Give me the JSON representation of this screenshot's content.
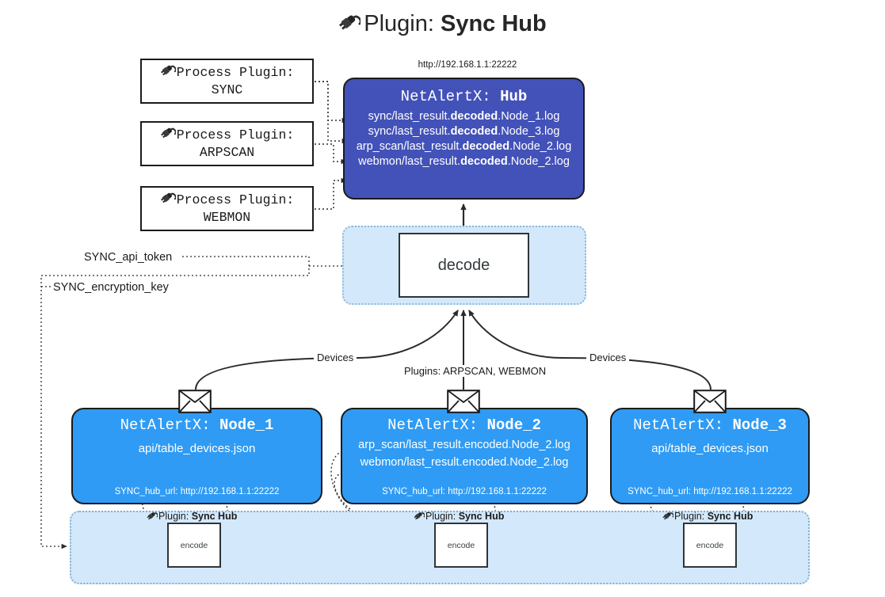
{
  "title": {
    "icon": "plug-icon",
    "prefix": "Plugin: ",
    "name": "Sync Hub"
  },
  "hub": {
    "url": "http://192.168.1.1:22222",
    "title_prefix": "NetAlertX: ",
    "title_name": "Hub",
    "log_lines": [
      {
        "pre": "sync/last_result.",
        "strong": "decoded",
        "post": ".Node_1.log"
      },
      {
        "pre": "sync/last_result.",
        "strong": "decoded",
        "post": ".Node_3.log"
      },
      {
        "pre": "arp_scan/last_result.",
        "strong": "decoded",
        "post": ".Node_2.log"
      },
      {
        "pre": "webmon/last_result.",
        "strong": "decoded",
        "post": ".Node_2.log"
      }
    ]
  },
  "process_plugins": [
    {
      "label": "Process Plugin:",
      "name": "SYNC"
    },
    {
      "label": "Process Plugin:",
      "name": "ARPSCAN"
    },
    {
      "label": "Process Plugin:",
      "name": "WEBMON"
    }
  ],
  "decode": {
    "label": "decode"
  },
  "tokens": {
    "api_token": "SYNC_api_token",
    "encryption_key": "SYNC_encryption_key"
  },
  "edge_labels": {
    "devices_left": "Devices",
    "plugins_mid": "Plugins: ARPSCAN, WEBMON",
    "devices_right": "Devices"
  },
  "nodes": [
    {
      "title_prefix": "NetAlertX: ",
      "title_name": "Node_1",
      "lines": [
        "api/table_devices.json"
      ],
      "footer": "SYNC_hub_url: http://192.168.1.1:22222"
    },
    {
      "title_prefix": "NetAlertX: ",
      "title_name": "Node_2",
      "lines": [
        "arp_scan/last_result.encoded.Node_2.log",
        "webmon/last_result.encoded.Node_2.log"
      ],
      "footer": "SYNC_hub_url: http://192.168.1.1:22222"
    },
    {
      "title_prefix": "NetAlertX: ",
      "title_name": "Node_3",
      "lines": [
        "api/table_devices.json"
      ],
      "footer": "SYNC_hub_url: http://192.168.1.1:22222"
    }
  ],
  "encode_boxes": [
    {
      "caption_prefix": "Plugin: ",
      "caption_name": "Sync Hub",
      "label": "encode"
    },
    {
      "caption_prefix": "Plugin: ",
      "caption_name": "Sync Hub",
      "label": "encode"
    },
    {
      "caption_prefix": "Plugin: ",
      "caption_name": "Sync Hub",
      "label": "encode"
    }
  ],
  "colors": {
    "hub": "#4352b8",
    "node": "#2f9bf4",
    "container": "#d4e8fb",
    "stroke": "#1b1b1b"
  }
}
